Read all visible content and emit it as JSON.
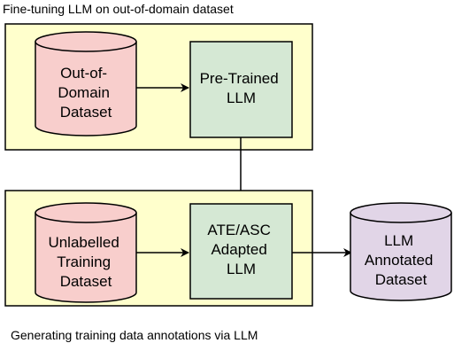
{
  "top_caption": "Fine-tuning LLM on out-of-domain dataset",
  "bottom_caption": "Generating training data annotations via LLM",
  "colors": {
    "panel_fill": "#ffffcc",
    "db_pink": "#f8cecc",
    "box_green": "#d5e8d4",
    "db_purple": "#e1d5e7",
    "stroke": "#000000"
  },
  "nodes": {
    "ood_dataset": [
      "Out-of-",
      "Domain",
      "Dataset"
    ],
    "pretrained_llm": [
      "Pre-Trained",
      "LLM"
    ],
    "unlabelled_dataset": [
      "Unlabelled",
      "Training",
      "Dataset"
    ],
    "adapted_llm": [
      "ATE/ASC",
      "Adapted",
      "LLM"
    ],
    "annotated_dataset": [
      "LLM",
      "Annotated",
      "Dataset"
    ]
  }
}
